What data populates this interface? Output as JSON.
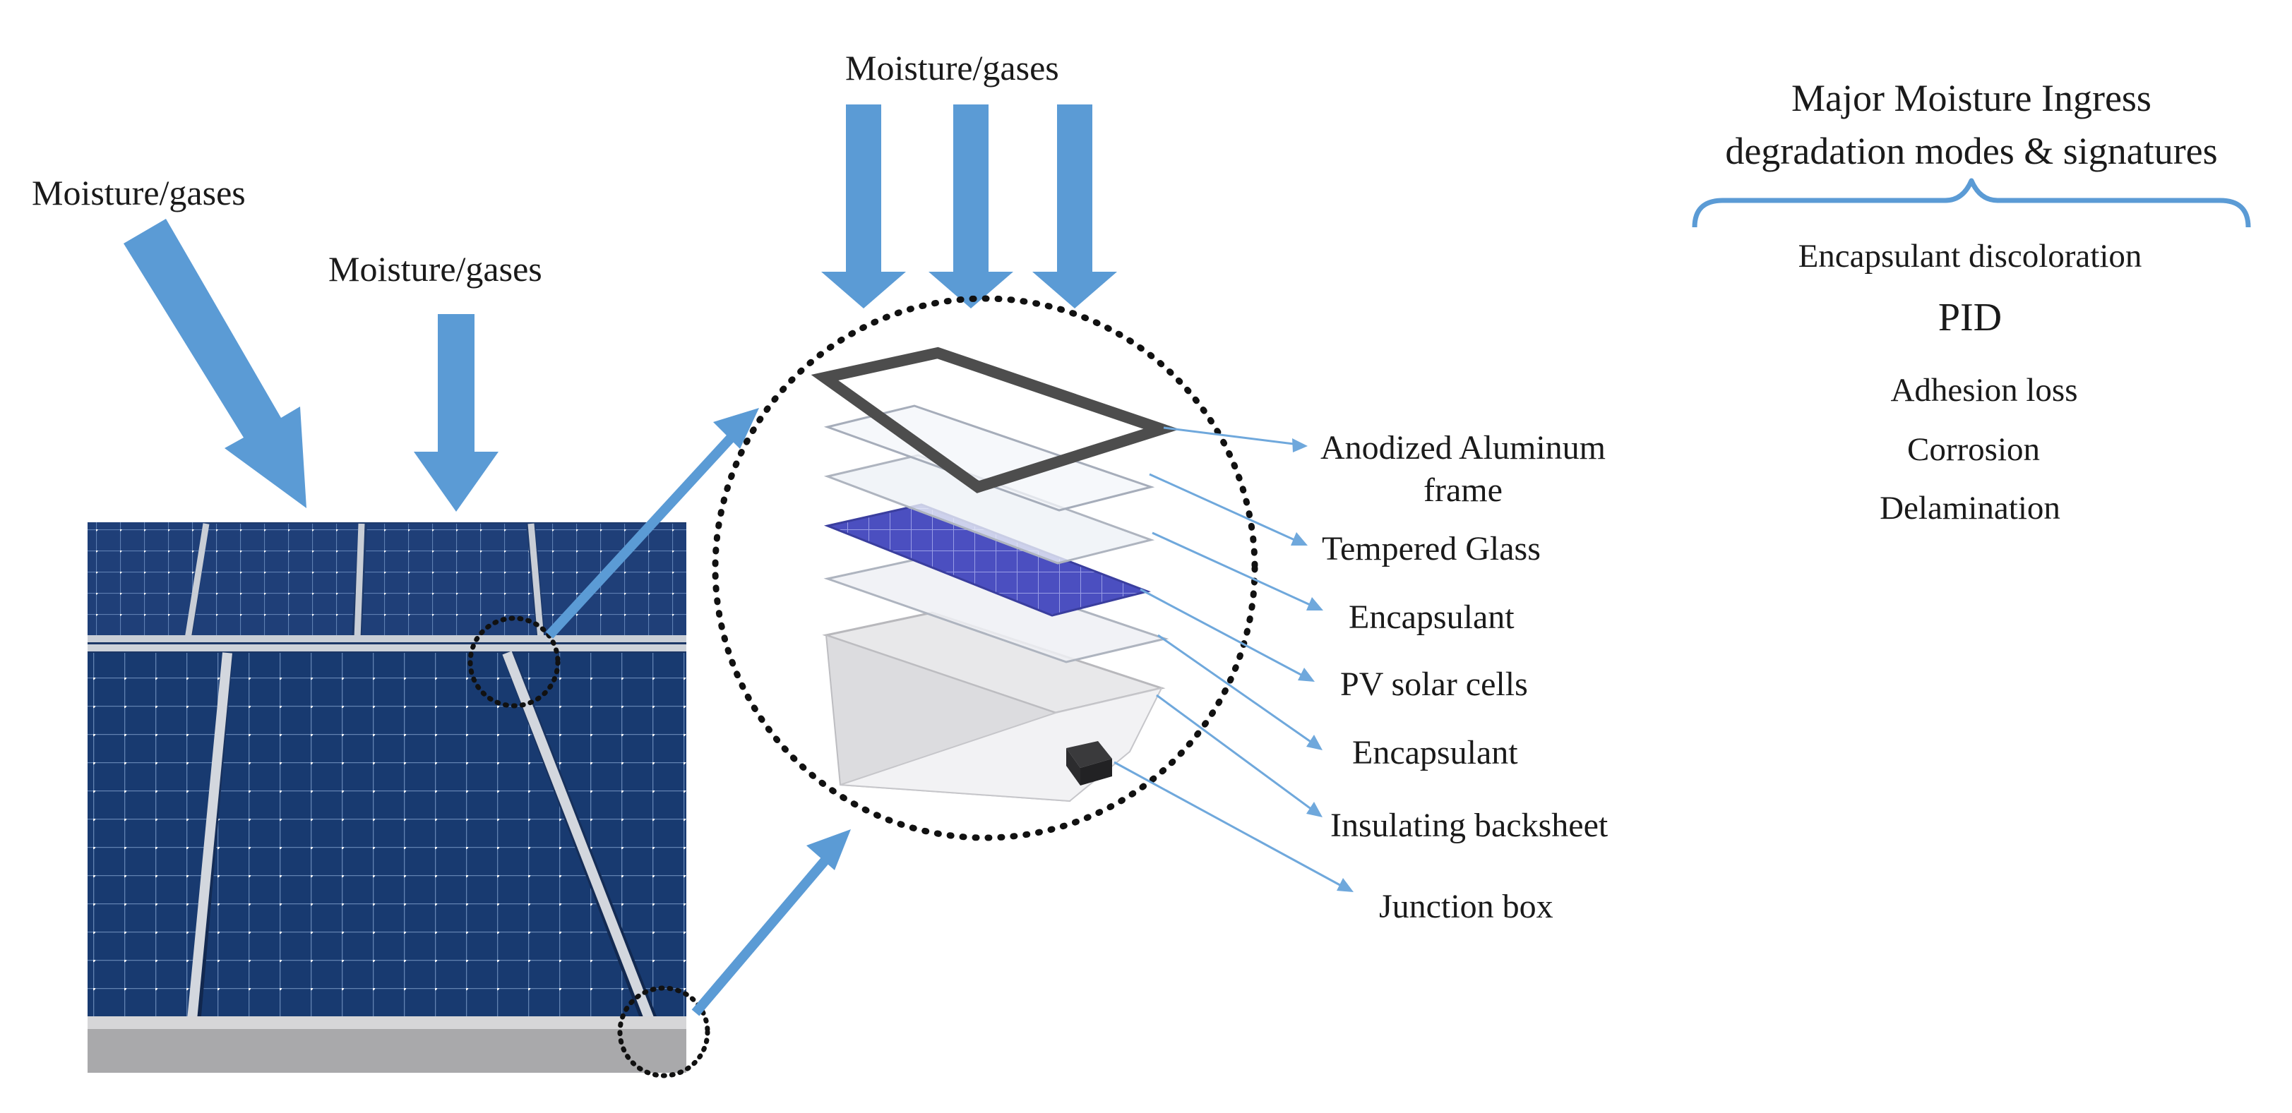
{
  "gas_labels": {
    "left": "Moisture/gases",
    "middle": "Moisture/gases",
    "top": "Moisture/gases"
  },
  "layers": [
    "Anodized Aluminum",
    "frame",
    "Tempered Glass",
    "Encapsulant",
    "PV solar cells",
    "Encapsulant",
    "Insulating backsheet",
    "Junction box"
  ],
  "modes_panel": {
    "title_line1": "Major Moisture Ingress",
    "title_line2": "degradation  modes & signatures",
    "items": [
      "Encapsulant discoloration",
      "PID",
      "Adhesion loss",
      "Corrosion",
      "Delamination"
    ]
  },
  "colors": {
    "arrow_blue": "#5b9bd5",
    "panel_blue": "#1d3d72",
    "cell_purple": "#4a4bb8",
    "frame_gray": "#4d4d4d",
    "leader_blue": "#6fa8dc"
  }
}
